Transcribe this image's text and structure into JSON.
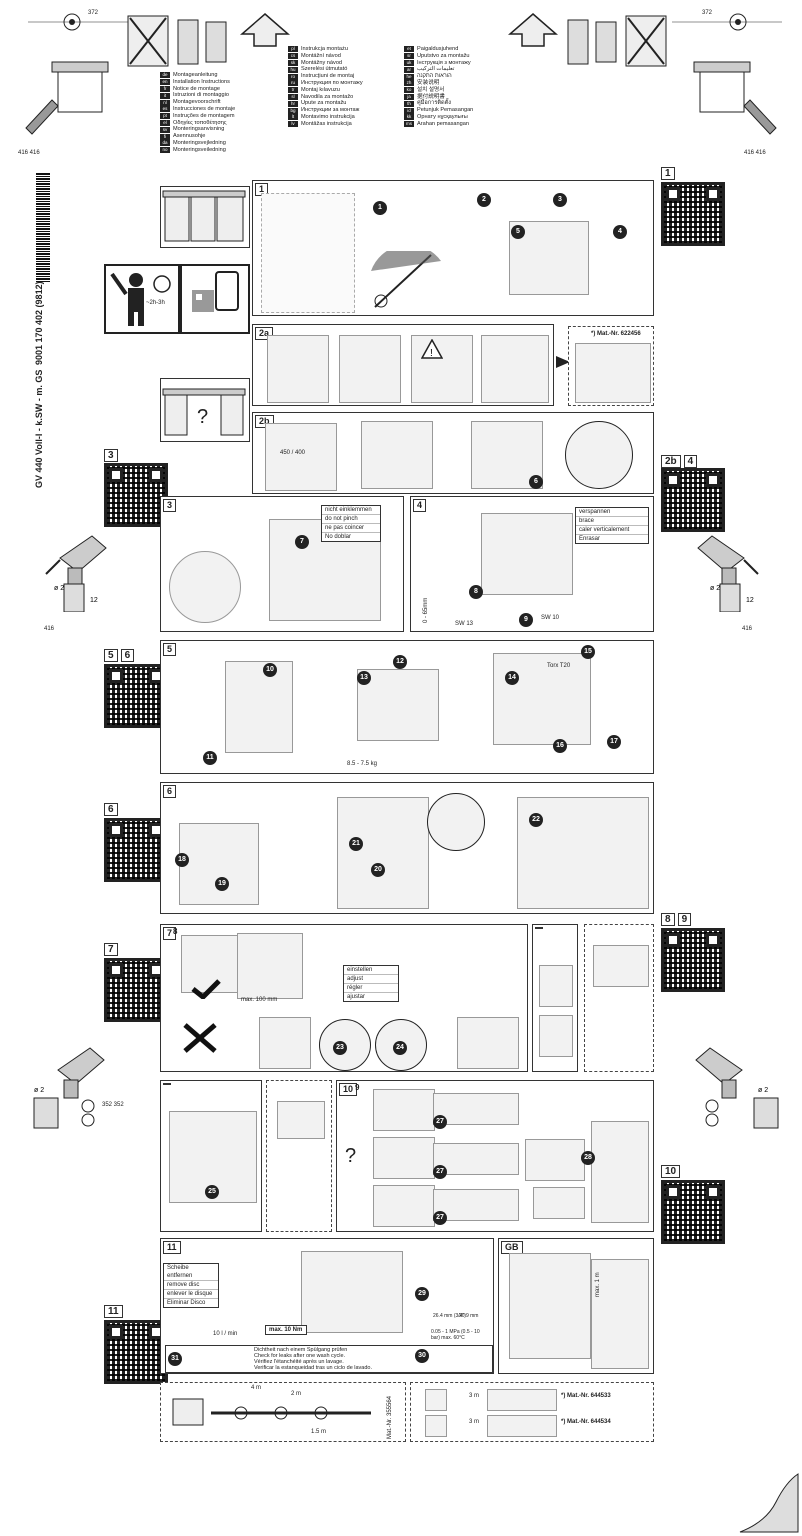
{
  "header": {
    "dim_left": "372",
    "dim_right": "372",
    "dim_side_left": "416 416",
    "dim_side_right": "416 416",
    "dim_416_left": "416",
    "dim_416_right": "416",
    "dim_352": "352 352"
  },
  "spine": {
    "model": "GV 440 Voll-I - k.SW - m. GS",
    "number": "9001 170 402 (9812)"
  },
  "languages": {
    "col1": [
      {
        "code": "de",
        "text": "Montageanleitung"
      },
      {
        "code": "en",
        "text": "Installation Instructions"
      },
      {
        "code": "fr",
        "text": "Notice de montage"
      },
      {
        "code": "it",
        "text": "Istruzioni di montaggio"
      },
      {
        "code": "nl",
        "text": "Montagevoorschrift"
      },
      {
        "code": "es",
        "text": "Instrucciones de montaje"
      },
      {
        "code": "pt",
        "text": "Instruções de montagem"
      },
      {
        "code": "el",
        "text": "Οδηγίες τοποθέτησης"
      },
      {
        "code": "sv",
        "text": "Monteringsanvisning"
      },
      {
        "code": "fi",
        "text": "Asennusohje"
      },
      {
        "code": "da",
        "text": "Monteringsvejledning"
      },
      {
        "code": "no",
        "text": "Monteringsveiledning"
      }
    ],
    "col2": [
      {
        "code": "pl",
        "text": "Instrukcja montażu"
      },
      {
        "code": "cs",
        "text": "Montážní návod"
      },
      {
        "code": "sk",
        "text": "Montážny návod"
      },
      {
        "code": "hu",
        "text": "Szerelési útmutató"
      },
      {
        "code": "ro",
        "text": "Instrucţiuni de montaj"
      },
      {
        "code": "ru",
        "text": "Инструкция по монтажу"
      },
      {
        "code": "tr",
        "text": "Montaj kılavuzu"
      },
      {
        "code": "sl",
        "text": "Navodila za montažo"
      },
      {
        "code": "hr",
        "text": "Upute za montažu"
      },
      {
        "code": "bg",
        "text": "Инструкции за монтаж"
      },
      {
        "code": "lt",
        "text": "Montavimo instrukcija"
      },
      {
        "code": "lv",
        "text": "Montāžas instrukcija"
      }
    ],
    "col3": [
      {
        "code": "et",
        "text": "Paigaldusjuhend"
      },
      {
        "code": "sr",
        "text": "Uputstvo za montažu"
      },
      {
        "code": "uk",
        "text": "Інструкція з монтажу"
      },
      {
        "code": "ar",
        "text": "تعليمات التركيب"
      },
      {
        "code": "he",
        "text": "הוראות התקנה"
      },
      {
        "code": "zh",
        "text": "安装说明"
      },
      {
        "code": "ko",
        "text": "설치 설명서"
      },
      {
        "code": "ja",
        "text": "据付説明書"
      },
      {
        "code": "th",
        "text": "คู่มือการติดตั้ง"
      },
      {
        "code": "id",
        "text": "Petunjuk Pemasangan"
      },
      {
        "code": "kk",
        "text": "Орнату нұсқаулығы"
      },
      {
        "code": "ms",
        "text": "Arahan pemasangan"
      }
    ]
  },
  "tools_time": "~2h-3h",
  "section_labels": {
    "s1": "1",
    "s2a": "2a",
    "s2b": "2b",
    "s3": "3",
    "s4": "4",
    "s5": "5",
    "s6": "6",
    "s7": "7",
    "s8": "8",
    "s9": "9",
    "s10": "10",
    "s11": "11",
    "sgb": "GB"
  },
  "qr_labels": {
    "q1": "1",
    "q3": "3",
    "q2b": "2b",
    "q4": "4",
    "q5": "5",
    "q6a": "6",
    "q6": "6",
    "q8": "8",
    "q9": "9",
    "q7": "7",
    "q10": "10",
    "q11": "11"
  },
  "mat_nr_1": "*) Mat.-Nr. 622456",
  "pinch_warning": [
    "nicht einklemmen",
    "do not pinch",
    "ne pas coincer",
    "No doblar"
  ],
  "brace": [
    "verspannen",
    "brace",
    "caler verticalement",
    "Enrasar"
  ],
  "adjust": [
    "einstellen",
    "adjust",
    "régler",
    "ajustar"
  ],
  "disc": [
    "Scheibe entfernen",
    "remove disc",
    "enlever le disque",
    "Eliminar Disco"
  ],
  "leak_check": [
    "Dichtheit nach einem Spülgang prüfen",
    "Check for leaks after one wash cycle.",
    "Vérifiez l'étanchéité après un lavage.",
    "Verificar la estanqueidad tras un ciclo de lavado."
  ],
  "misc": {
    "height_range": "0 - 65mm",
    "sw13": "SW 13",
    "sw10": "SW 10",
    "torx": "Torx T20",
    "max_force": "max. 10 Nm",
    "pressure": "0.05 - 1 MPa (0.5 - 10 bar) max. 60°C",
    "hose_26": "26.4 mm (3/4\")",
    "hose_20": "20.9 mm",
    "mat_644533": "*) Mat.-Nr. 644533",
    "mat_644534": "*) Mat.-Nr. 644534",
    "mat_355564": "Mat.-Nr. 355564",
    "weight": "8.5 - 7.5 kg",
    "door_gap": "max. 100 mm",
    "len_2m": "2 m",
    "len_1_5m": "1.5 m",
    "len_4m": "4 m",
    "qty3": "3 m",
    "l_min": "10 l / min",
    "height_max": "max. 1 m",
    "sink": "450 / 400"
  }
}
